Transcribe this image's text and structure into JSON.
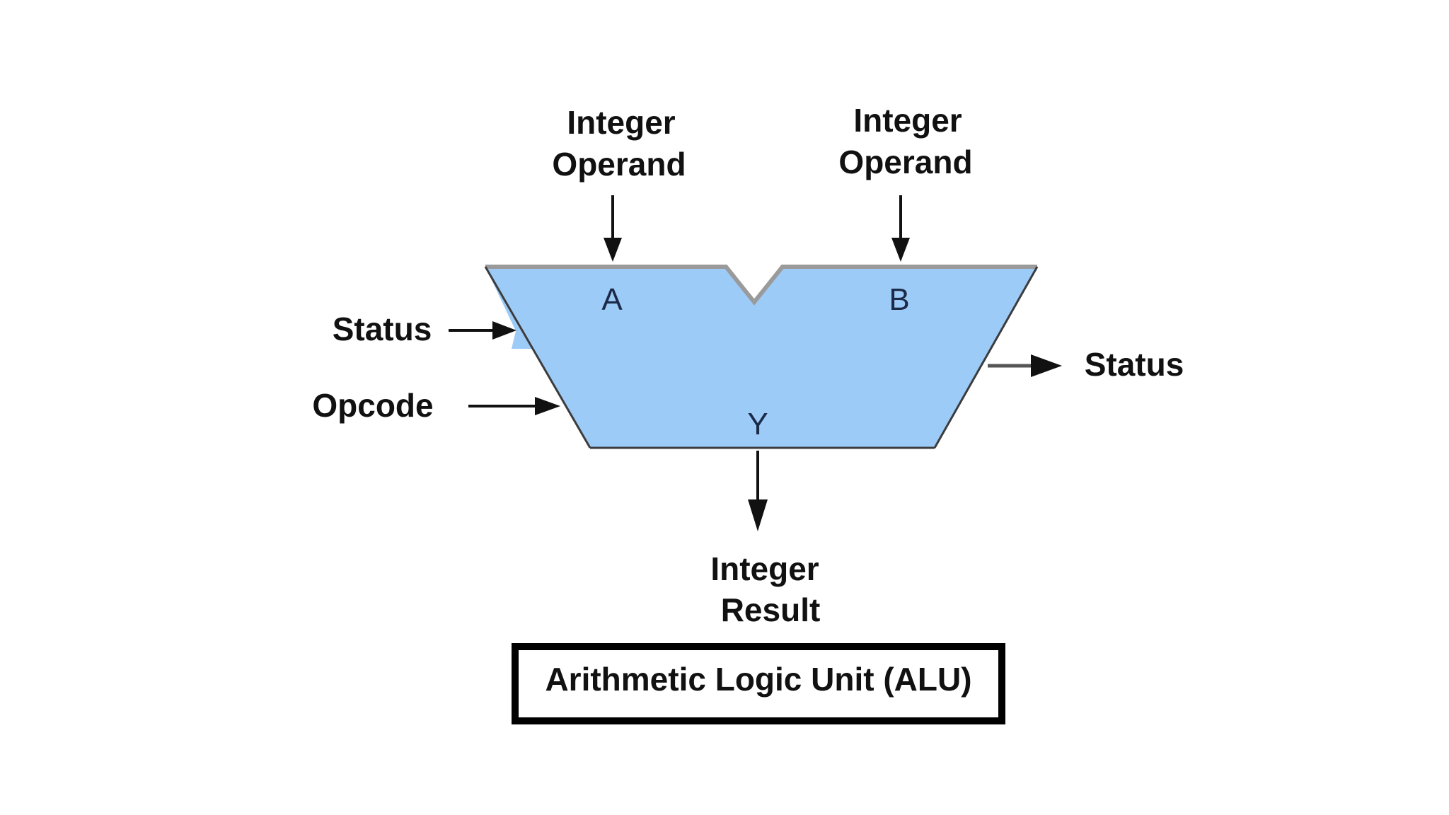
{
  "operand_a": {
    "line1": "Integer",
    "line2": "Operand",
    "port": "A"
  },
  "operand_b": {
    "line1": "Integer",
    "line2": "Operand",
    "port": "B"
  },
  "status_in": {
    "label": "Status"
  },
  "opcode_in": {
    "label": "Opcode"
  },
  "status_out": {
    "label": "Status"
  },
  "result": {
    "port": "Y",
    "line1": "Integer",
    "line2": "Result"
  },
  "caption": {
    "text": "Arithmetic Logic Unit (ALU)"
  },
  "colors": {
    "alu_fill": "#9ccbf8",
    "alu_outline": "#9a9a9a",
    "text": "#111111",
    "caption_border": "#000000"
  }
}
